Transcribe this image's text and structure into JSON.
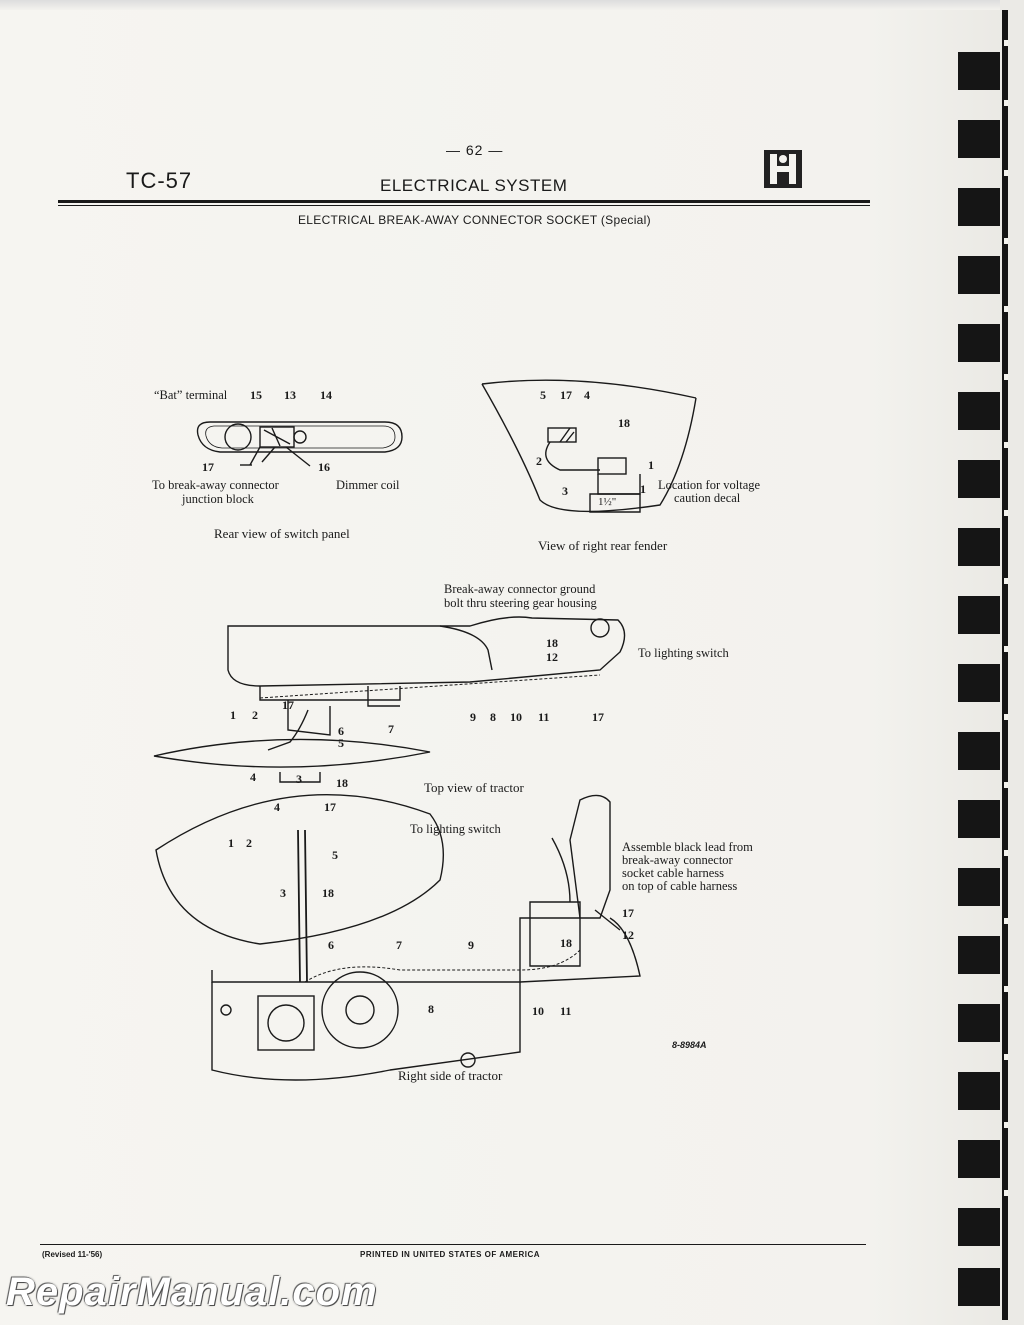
{
  "header": {
    "page_number": "— 62 —",
    "section_code": "TC-57",
    "section_title": "ELECTRICAL SYSTEM",
    "logo_icon": "ih-logo-icon",
    "subtitle": "ELECTRICAL BREAK-AWAY CONNECTOR SOCKET (Special)"
  },
  "figures": {
    "switch_panel": {
      "caption": "Rear view of switch panel",
      "labels": {
        "bat_terminal": "“Bat” terminal",
        "to_junction_line1": "To break-away connector",
        "to_junction_line2": "junction block",
        "dimmer_coil": "Dimmer coil"
      },
      "numbers": [
        "15",
        "13",
        "14",
        "16",
        "17"
      ]
    },
    "rear_fender": {
      "caption": "View of right rear fender",
      "labels": {
        "location_line1": "Location for voltage",
        "location_line2": "caution decal",
        "dimension": "1½\""
      },
      "numbers": [
        "5",
        "17",
        "4",
        "18",
        "2",
        "1",
        "3",
        "1"
      ]
    },
    "top_view": {
      "caption": "Top view of tractor",
      "labels": {
        "ground_line1": "Break-away connector ground",
        "ground_line2": "bolt thru steering gear housing",
        "to_lighting": "To lighting switch"
      },
      "numbers": [
        "18",
        "12",
        "9",
        "8",
        "10",
        "11",
        "17",
        "1",
        "2",
        "17",
        "6",
        "5",
        "7",
        "4",
        "3",
        "18"
      ]
    },
    "right_side": {
      "caption": "Right side of tractor",
      "labels": {
        "to_lighting": "To lighting switch",
        "assemble_line1": "Assemble black lead from",
        "assemble_line2": "break-away connector",
        "assemble_line3": "socket cable harness",
        "assemble_line4": "on top of cable harness"
      },
      "numbers": [
        "4",
        "17",
        "1",
        "2",
        "5",
        "3",
        "18",
        "6",
        "7",
        "9",
        "8",
        "10",
        "11",
        "17",
        "12",
        "18"
      ],
      "figure_code": "8-8984A"
    }
  },
  "footer": {
    "revised": "(Revised 11-'56)",
    "printed": "PRINTED IN UNITED STATES OF AMERICA"
  },
  "watermark": "RepairManual.com"
}
